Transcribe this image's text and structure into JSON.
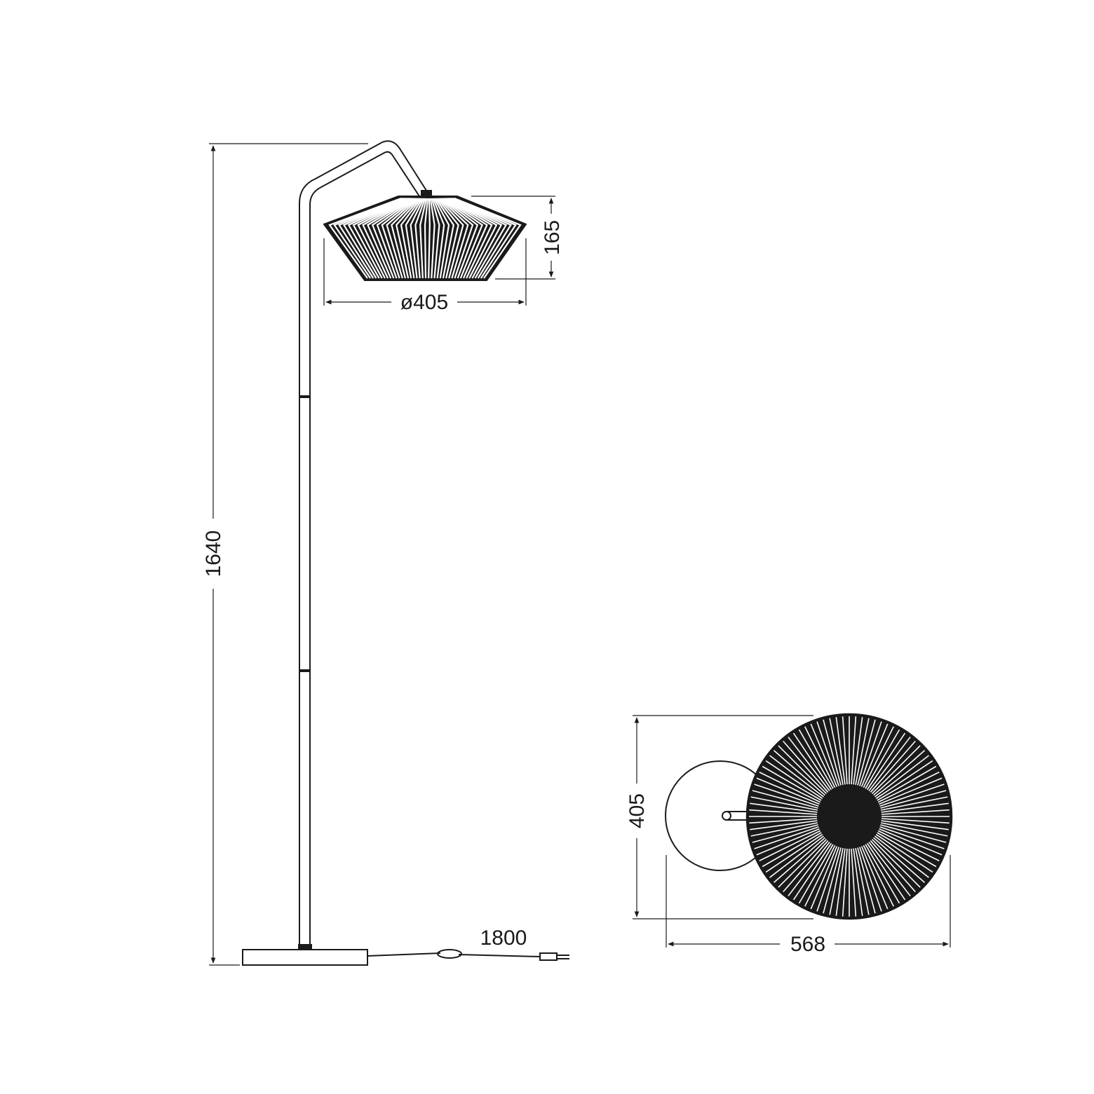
{
  "dimensions": {
    "total_height": "1640",
    "shade_height": "165",
    "shade_diameter": "ø405",
    "cable_length": "1800",
    "top_view_depth": "405",
    "top_view_width": "568"
  },
  "colors": {
    "line": "#1a1a1a",
    "background": "#ffffff"
  }
}
